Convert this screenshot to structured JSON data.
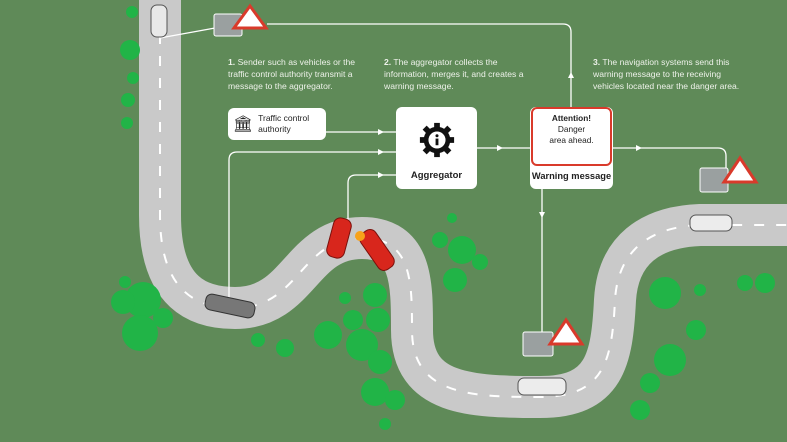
{
  "captions": [
    {
      "num": "1.",
      "text": "Sender such as vehicles or the traffic control authority transmit a message to the aggregator."
    },
    {
      "num": "2.",
      "text": "The aggregator collects the information, merges it, and creates a warning message."
    },
    {
      "num": "3.",
      "text": "The navigation systems send this warning message to the receiving vehicles located near the danger area."
    }
  ],
  "traffic_authority": {
    "label": "Traffic control authority",
    "icon": "government-building-icon"
  },
  "aggregator": {
    "label": "Aggregator",
    "icon": "gear-info-icon"
  },
  "warning": {
    "title": "Attention!",
    "body1": "Danger",
    "body2": "area ahead.",
    "label": "Warning message"
  },
  "colors": {
    "background": "#5f8a58",
    "road": "#c9c9c9",
    "tree": "#21b447",
    "alert": "#d93a2b",
    "crash_car": "#d8261c"
  }
}
